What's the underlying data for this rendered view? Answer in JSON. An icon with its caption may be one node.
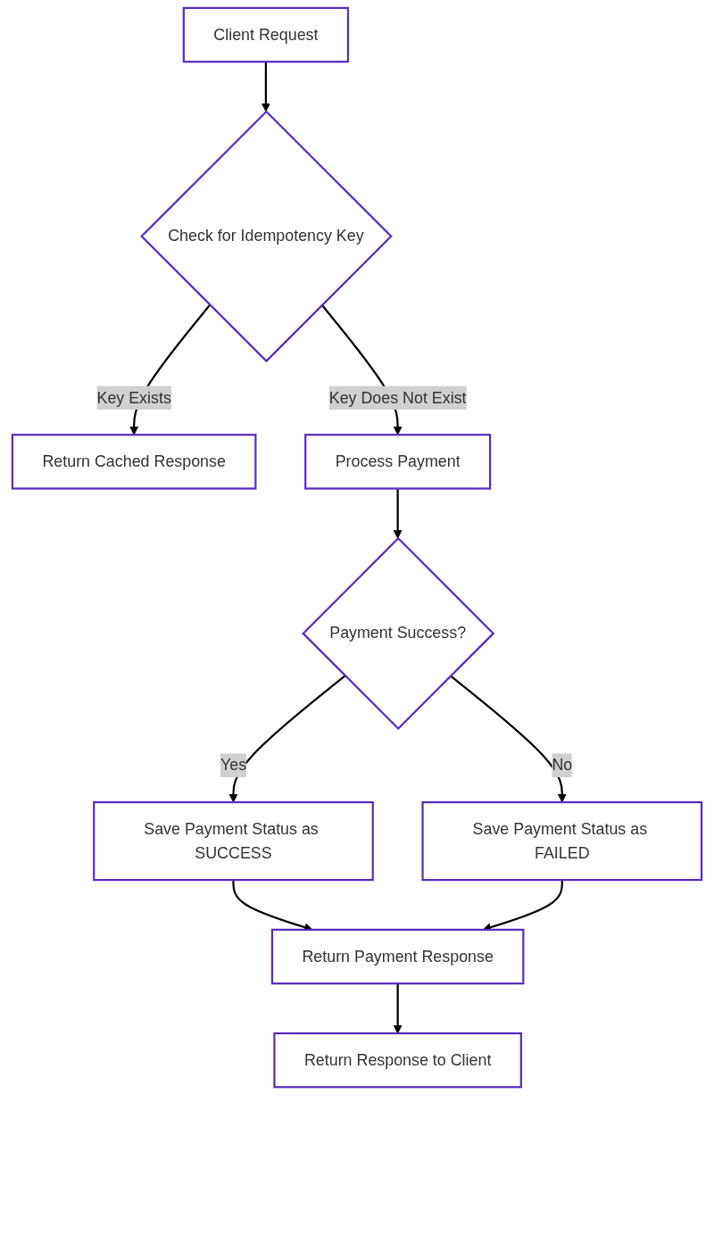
{
  "diagram": {
    "nodes": [
      {
        "text": [
          "Client Request"
        ]
      },
      {
        "text": [
          "Check for Idempotency Key"
        ]
      },
      {
        "text": [
          "Return Cached Response"
        ]
      },
      {
        "text": [
          "Process Payment"
        ]
      },
      {
        "text": [
          "Payment Success?"
        ]
      },
      {
        "text": [
          "Save Payment Status as SUCCESS"
        ]
      },
      {
        "text": [
          "Save Payment Status as FAILED"
        ]
      },
      {
        "text": [
          "Return Payment Response"
        ]
      },
      {
        "text": [
          "Return Response to Client"
        ]
      }
    ],
    "edges": [
      {
        "from": 0,
        "to": 1,
        "arrow": "to"
      },
      {
        "from": 1,
        "to": 2,
        "arrow": "to",
        "label": "Key Exists"
      },
      {
        "from": 1,
        "to": 3,
        "arrow": "to",
        "label": "Key Does Not Exist"
      },
      {
        "from": 3,
        "to": 4,
        "arrow": "to"
      },
      {
        "from": 4,
        "to": 5,
        "arrow": "to",
        "label": "Yes"
      },
      {
        "from": 4,
        "to": 6,
        "arrow": "to",
        "label": "No"
      },
      {
        "from": 5,
        "to": 7,
        "arrow": "to"
      },
      {
        "from": 6,
        "to": 7,
        "arrow": "to"
      },
      {
        "from": 7,
        "to": 8,
        "arrow": "to"
      }
    ]
  }
}
